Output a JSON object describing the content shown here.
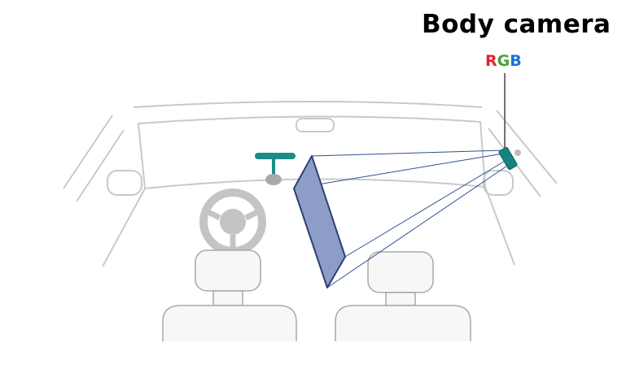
{
  "title": "Body camera",
  "rgb": {
    "letters": [
      {
        "char": "R",
        "color": "#e8202a"
      },
      {
        "char": "G",
        "color": "#3fa535"
      },
      {
        "char": "B",
        "color": "#1d6fd6"
      }
    ]
  },
  "colors": {
    "car_outline": "#c9c9c9",
    "wheel": "#c4c4c4",
    "mirror": "#1b8c86",
    "camera": "#16837f",
    "plane_fill": "#8c9ec8",
    "plane_stroke": "#2e3f74",
    "rays": "#2d4f94",
    "seat_stroke": "#a8a8a8",
    "seat_fill": "#f7f7f7"
  },
  "icons": {
    "camera": "body-camera-icon",
    "mirror": "rearview-mirror-icon",
    "wheel": "steering-wheel-icon"
  }
}
